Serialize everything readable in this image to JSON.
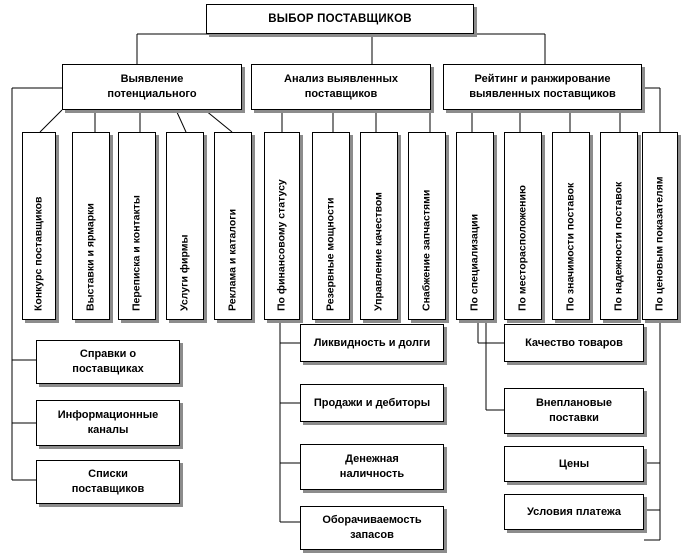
{
  "root": "ВЫБОР ПОСТАВЩИКОВ",
  "groups": [
    "Выявление\nпотенциального",
    "Анализ выявленных\nпоставщиков",
    "Рейтинг и ранжирование\nвыявленных поставщиков"
  ],
  "vertical": [
    "Конкурс поставщиков",
    "Выставки и ярмарки",
    "Переписка и контакты",
    "Услуги фирмы",
    "Реклама и каталоги",
    "По финансовому статусу",
    "Резервные мощности",
    "Управление качеством",
    "Снабжение запчастями",
    "По специализации",
    "По месторасположению",
    "По значимости поставок",
    "По надежности поставок",
    "По ценовым показателям"
  ],
  "left_list": [
    "Справки о\nпоставщиках",
    "Информационные\nканалы",
    "Списки\nпоставщиков"
  ],
  "finance_list": [
    "Ликвидность и долги",
    "Продажи и дебиторы",
    "Денежная\nналичность",
    "Оборачиваемость\nзапасов"
  ],
  "right_list": [
    "Качество товаров",
    "Внеплановые\nпоставки",
    "Цены",
    "Условия платежа"
  ],
  "colors": {
    "border": "#000000",
    "shadow": "#8c8c8c",
    "background": "#ffffff"
  }
}
